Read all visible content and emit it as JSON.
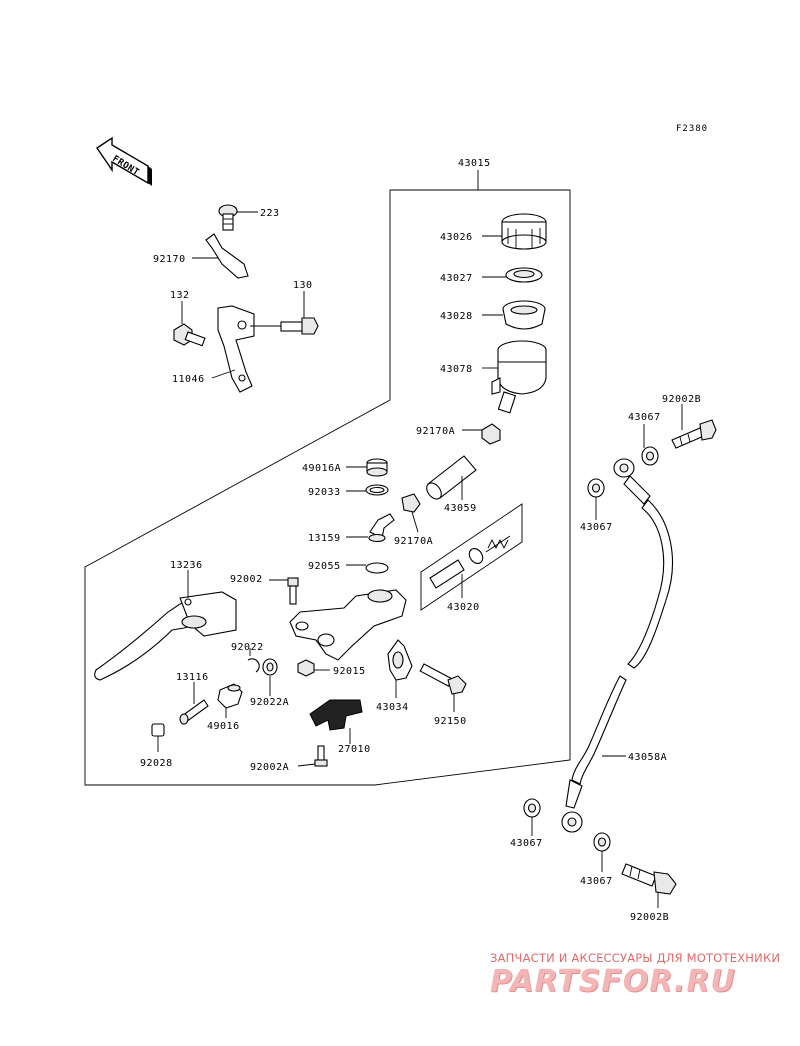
{
  "figure_code": "F2380",
  "front_label": "FRONT",
  "labels": {
    "p43015": "43015",
    "p223": "223",
    "p92170": "92170",
    "p132": "132",
    "p130": "130",
    "p11046": "11046",
    "p43026": "43026",
    "p43027": "43027",
    "p43028": "43028",
    "p43078": "43078",
    "p92170A_1": "92170A",
    "p49016A": "49016A",
    "p92033": "92033",
    "p43059": "43059",
    "p13159": "13159",
    "p92170A_2": "92170A",
    "p92055": "92055",
    "p43020": "43020",
    "p13236": "13236",
    "p92002": "92002",
    "p92022": "92022",
    "p92015": "92015",
    "p92022A": "92022A",
    "p13116": "13116",
    "p49016": "49016",
    "p43034": "43034",
    "p92150": "92150",
    "p27010": "27010",
    "p92028": "92028",
    "p92002A": "92002A",
    "p92002B_1": "92002B",
    "p43067_1": "43067",
    "p43067_2": "43067",
    "p43058A": "43058A",
    "p43067_3": "43067",
    "p43067_4": "43067",
    "p92002B_2": "92002B"
  },
  "watermark": {
    "tagline": "ЗАПЧАСТИ И АКСЕССУАРЫ ДЛЯ МОТОТЕХНИКИ",
    "logo": "PARTSFOR.RU"
  }
}
